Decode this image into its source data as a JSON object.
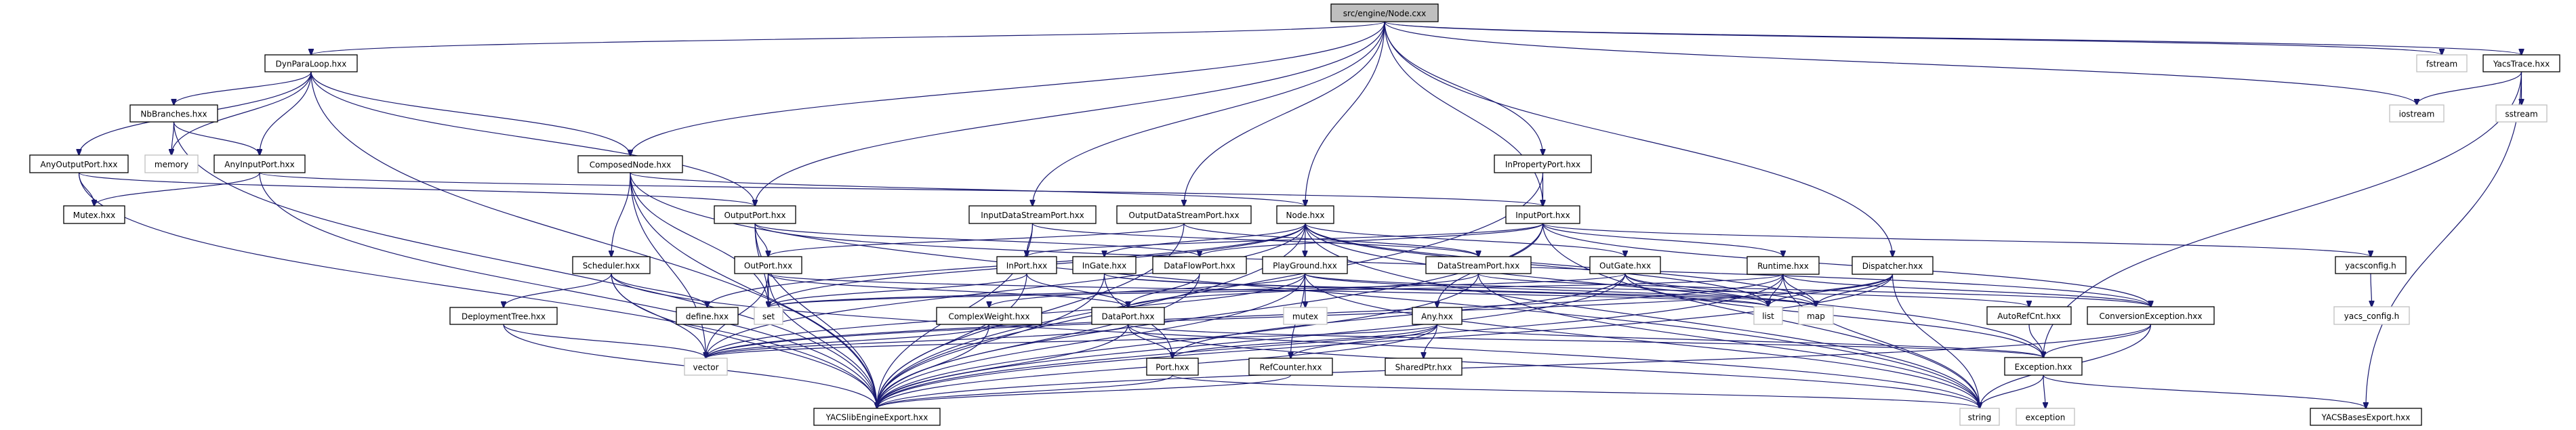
{
  "diagram": {
    "title": "src/engine/Node.cxx include dependency graph",
    "colors": {
      "edge": "#191970",
      "root_fill": "#bfbfbf",
      "node_border": "#000000",
      "external_border": "#bfbfbf"
    },
    "nodes": [
      {
        "id": "root",
        "label": "src/engine/Node.cxx",
        "kind": "root"
      },
      {
        "id": "DynParaLoop",
        "label": "DynParaLoop.hxx",
        "kind": "file"
      },
      {
        "id": "NbBranches",
        "label": "NbBranches.hxx",
        "kind": "file"
      },
      {
        "id": "memory",
        "label": "memory",
        "kind": "external"
      },
      {
        "id": "AnyOutputPort",
        "label": "AnyOutputPort.hxx",
        "kind": "file"
      },
      {
        "id": "AnyInputPort",
        "label": "AnyInputPort.hxx",
        "kind": "file"
      },
      {
        "id": "Mutex",
        "label": "Mutex.hxx",
        "kind": "file"
      },
      {
        "id": "ComposedNode",
        "label": "ComposedNode.hxx",
        "kind": "file"
      },
      {
        "id": "OutputPort",
        "label": "OutputPort.hxx",
        "kind": "file"
      },
      {
        "id": "InputDataStreamPort",
        "label": "InputDataStreamPort.hxx",
        "kind": "file"
      },
      {
        "id": "OutputDataStreamPort",
        "label": "OutputDataStreamPort.hxx",
        "kind": "file"
      },
      {
        "id": "NodeHxx",
        "label": "Node.hxx",
        "kind": "file"
      },
      {
        "id": "InPropertyPort",
        "label": "InPropertyPort.hxx",
        "kind": "file"
      },
      {
        "id": "InputPort",
        "label": "InputPort.hxx",
        "kind": "file"
      },
      {
        "id": "Dispatcher",
        "label": "Dispatcher.hxx",
        "kind": "file"
      },
      {
        "id": "Scheduler",
        "label": "Scheduler.hxx",
        "kind": "file"
      },
      {
        "id": "OutPort",
        "label": "OutPort.hxx",
        "kind": "file"
      },
      {
        "id": "InPort",
        "label": "InPort.hxx",
        "kind": "file"
      },
      {
        "id": "InGate",
        "label": "InGate.hxx",
        "kind": "file"
      },
      {
        "id": "DataFlowPort",
        "label": "DataFlowPort.hxx",
        "kind": "file"
      },
      {
        "id": "PlayGround",
        "label": "PlayGround.hxx",
        "kind": "file"
      },
      {
        "id": "DataStreamPort",
        "label": "DataStreamPort.hxx",
        "kind": "file"
      },
      {
        "id": "OutGate",
        "label": "OutGate.hxx",
        "kind": "file"
      },
      {
        "id": "Runtime",
        "label": "Runtime.hxx",
        "kind": "file"
      },
      {
        "id": "yacsconfig",
        "label": "yacsconfig.h",
        "kind": "file"
      },
      {
        "id": "DeploymentTree",
        "label": "DeploymentTree.hxx",
        "kind": "file"
      },
      {
        "id": "define",
        "label": "define.hxx",
        "kind": "file"
      },
      {
        "id": "set",
        "label": "set",
        "kind": "external"
      },
      {
        "id": "ComplexWeight",
        "label": "ComplexWeight.hxx",
        "kind": "file"
      },
      {
        "id": "DataPort",
        "label": "DataPort.hxx",
        "kind": "file"
      },
      {
        "id": "mutex",
        "label": "mutex",
        "kind": "external"
      },
      {
        "id": "Any",
        "label": "Any.hxx",
        "kind": "file"
      },
      {
        "id": "list",
        "label": "list",
        "kind": "external"
      },
      {
        "id": "map",
        "label": "map",
        "kind": "external"
      },
      {
        "id": "AutoRefCnt",
        "label": "AutoRefCnt.hxx",
        "kind": "file"
      },
      {
        "id": "ConversionException",
        "label": "ConversionException.hxx",
        "kind": "file"
      },
      {
        "id": "yacs_config",
        "label": "yacs_config.h",
        "kind": "external"
      },
      {
        "id": "vector",
        "label": "vector",
        "kind": "external"
      },
      {
        "id": "Port",
        "label": "Port.hxx",
        "kind": "file"
      },
      {
        "id": "RefCounter",
        "label": "RefCounter.hxx",
        "kind": "file"
      },
      {
        "id": "SharedPtr",
        "label": "SharedPtr.hxx",
        "kind": "file"
      },
      {
        "id": "Exception",
        "label": "Exception.hxx",
        "kind": "file"
      },
      {
        "id": "YACSlibEngineExport",
        "label": "YACSlibEngineExport.hxx",
        "kind": "file"
      },
      {
        "id": "string",
        "label": "string",
        "kind": "external"
      },
      {
        "id": "exception",
        "label": "exception",
        "kind": "external"
      },
      {
        "id": "YACSBasesExport",
        "label": "YACSBasesExport.hxx",
        "kind": "file"
      },
      {
        "id": "fstream",
        "label": "fstream",
        "kind": "external"
      },
      {
        "id": "YacsTrace",
        "label": "YacsTrace.hxx",
        "kind": "file"
      },
      {
        "id": "iostream",
        "label": "iostream",
        "kind": "external"
      },
      {
        "id": "sstream",
        "label": "sstream",
        "kind": "external"
      }
    ],
    "edges": [
      [
        "root",
        "DynParaLoop"
      ],
      [
        "root",
        "ComposedNode"
      ],
      [
        "root",
        "OutputPort"
      ],
      [
        "root",
        "InputDataStreamPort"
      ],
      [
        "root",
        "OutputDataStreamPort"
      ],
      [
        "root",
        "NodeHxx"
      ],
      [
        "root",
        "InPropertyPort"
      ],
      [
        "root",
        "InputPort"
      ],
      [
        "root",
        "Dispatcher"
      ],
      [
        "root",
        "fstream"
      ],
      [
        "root",
        "YacsTrace"
      ],
      [
        "root",
        "iostream"
      ],
      [
        "DynParaLoop",
        "NbBranches"
      ],
      [
        "DynParaLoop",
        "memory"
      ],
      [
        "DynParaLoop",
        "AnyInputPort"
      ],
      [
        "DynParaLoop",
        "AnyOutputPort"
      ],
      [
        "DynParaLoop",
        "ComposedNode"
      ],
      [
        "DynParaLoop",
        "OutputPort"
      ],
      [
        "DynParaLoop",
        "YACSlibEngineExport"
      ],
      [
        "NbBranches",
        "memory"
      ],
      [
        "NbBranches",
        "AnyInputPort"
      ],
      [
        "NbBranches",
        "YACSlibEngineExport"
      ],
      [
        "AnyOutputPort",
        "Mutex"
      ],
      [
        "AnyOutputPort",
        "OutputPort"
      ],
      [
        "AnyOutputPort",
        "YACSlibEngineExport"
      ],
      [
        "AnyInputPort",
        "Mutex"
      ],
      [
        "AnyInputPort",
        "InputPort"
      ],
      [
        "AnyInputPort",
        "YACSlibEngineExport"
      ],
      [
        "ComposedNode",
        "NodeHxx"
      ],
      [
        "ComposedNode",
        "Scheduler"
      ],
      [
        "ComposedNode",
        "set"
      ],
      [
        "ComposedNode",
        "vector"
      ],
      [
        "ComposedNode",
        "YACSlibEngineExport"
      ],
      [
        "ComposedNode",
        "string"
      ],
      [
        "OutputPort",
        "OutPort"
      ],
      [
        "OutputPort",
        "DataFlowPort"
      ],
      [
        "OutputPort",
        "set"
      ],
      [
        "OutputPort",
        "YACSlibEngineExport"
      ],
      [
        "OutputPort",
        "ConversionException"
      ],
      [
        "InputDataStreamPort",
        "InPort"
      ],
      [
        "InputDataStreamPort",
        "DataStreamPort"
      ],
      [
        "InputDataStreamPort",
        "YACSlibEngineExport"
      ],
      [
        "OutputDataStreamPort",
        "OutPort"
      ],
      [
        "OutputDataStreamPort",
        "DataStreamPort"
      ],
      [
        "OutputDataStreamPort",
        "YACSlibEngineExport"
      ],
      [
        "NodeHxx",
        "InGate"
      ],
      [
        "NodeHxx",
        "OutGate"
      ],
      [
        "NodeHxx",
        "PlayGround"
      ],
      [
        "NodeHxx",
        "Exception"
      ],
      [
        "NodeHxx",
        "define"
      ],
      [
        "NodeHxx",
        "list"
      ],
      [
        "NodeHxx",
        "map"
      ],
      [
        "NodeHxx",
        "set"
      ],
      [
        "NodeHxx",
        "string"
      ],
      [
        "NodeHxx",
        "vector"
      ],
      [
        "NodeHxx",
        "YACSlibEngineExport"
      ],
      [
        "InPropertyPort",
        "InputPort"
      ],
      [
        "InPropertyPort",
        "YACSlibEngineExport"
      ],
      [
        "InputPort",
        "InPort"
      ],
      [
        "InputPort",
        "DataFlowPort"
      ],
      [
        "InputPort",
        "ConversionException"
      ],
      [
        "InputPort",
        "Runtime"
      ],
      [
        "InputPort",
        "Any"
      ],
      [
        "InputPort",
        "yacsconfig"
      ],
      [
        "InputPort",
        "YACSlibEngineExport"
      ],
      [
        "InputPort",
        "string"
      ],
      [
        "Dispatcher",
        "map"
      ],
      [
        "Dispatcher",
        "list"
      ],
      [
        "Dispatcher",
        "string"
      ],
      [
        "Dispatcher",
        "vector"
      ],
      [
        "Dispatcher",
        "YACSlibEngineExport"
      ],
      [
        "Scheduler",
        "DeploymentTree"
      ],
      [
        "Scheduler",
        "define"
      ],
      [
        "Scheduler",
        "vector"
      ],
      [
        "Scheduler",
        "YACSlibEngineExport"
      ],
      [
        "Scheduler",
        "string"
      ],
      [
        "OutPort",
        "DataPort"
      ],
      [
        "OutPort",
        "set"
      ],
      [
        "OutPort",
        "list"
      ],
      [
        "OutPort",
        "vector"
      ],
      [
        "OutPort",
        "YACSlibEngineExport"
      ],
      [
        "InPort",
        "DataPort"
      ],
      [
        "InPort",
        "set"
      ],
      [
        "InPort",
        "YACSlibEngineExport"
      ],
      [
        "InGate",
        "Port"
      ],
      [
        "InGate",
        "map"
      ],
      [
        "InGate",
        "list"
      ],
      [
        "InGate",
        "YACSlibEngineExport"
      ],
      [
        "DataFlowPort",
        "DataPort"
      ],
      [
        "DataFlowPort",
        "YACSlibEngineExport"
      ],
      [
        "PlayGround",
        "RefCounter"
      ],
      [
        "PlayGround",
        "mutex"
      ],
      [
        "PlayGround",
        "AutoRefCnt"
      ],
      [
        "PlayGround",
        "ComplexWeight"
      ],
      [
        "PlayGround",
        "YACSlibEngineExport"
      ],
      [
        "PlayGround",
        "vector"
      ],
      [
        "PlayGround",
        "map"
      ],
      [
        "PlayGround",
        "string"
      ],
      [
        "DataStreamPort",
        "DataPort"
      ],
      [
        "DataStreamPort",
        "ConversionException"
      ],
      [
        "DataStreamPort",
        "YACSlibEngineExport"
      ],
      [
        "DataStreamPort",
        "string"
      ],
      [
        "OutGate",
        "Port"
      ],
      [
        "OutGate",
        "Exception"
      ],
      [
        "OutGate",
        "list"
      ],
      [
        "OutGate",
        "map"
      ],
      [
        "OutGate",
        "set"
      ],
      [
        "OutGate",
        "YACSlibEngineExport"
      ],
      [
        "Runtime",
        "list"
      ],
      [
        "Runtime",
        "map"
      ],
      [
        "Runtime",
        "vector"
      ],
      [
        "Runtime",
        "set"
      ],
      [
        "Runtime",
        "string"
      ],
      [
        "Runtime",
        "ConversionException"
      ],
      [
        "Runtime",
        "YACSlibEngineExport"
      ],
      [
        "yacsconfig",
        "yacs_config"
      ],
      [
        "DeploymentTree",
        "vector"
      ],
      [
        "DeploymentTree",
        "YACSlibEngineExport"
      ],
      [
        "ComplexWeight",
        "vector"
      ],
      [
        "ComplexWeight",
        "YACSlibEngineExport"
      ],
      [
        "DataPort",
        "Port"
      ],
      [
        "DataPort",
        "vector"
      ],
      [
        "DataPort",
        "Exception"
      ],
      [
        "DataPort",
        "YACSlibEngineExport"
      ],
      [
        "DataPort",
        "string"
      ],
      [
        "Any",
        "RefCounter"
      ],
      [
        "Any",
        "SharedPtr"
      ],
      [
        "Any",
        "Exception"
      ],
      [
        "Any",
        "Port"
      ],
      [
        "Any",
        "vector"
      ],
      [
        "Any",
        "YACSlibEngineExport"
      ],
      [
        "AutoRefCnt",
        "Exception"
      ],
      [
        "ConversionException",
        "Exception"
      ],
      [
        "ConversionException",
        "string"
      ],
      [
        "ConversionException",
        "YACSlibEngineExport"
      ],
      [
        "Port",
        "string"
      ],
      [
        "Port",
        "YACSlibEngineExport"
      ],
      [
        "RefCounter",
        "YACSlibEngineExport"
      ],
      [
        "Exception",
        "string"
      ],
      [
        "Exception",
        "exception"
      ],
      [
        "Exception",
        "YACSBasesExport"
      ],
      [
        "YacsTrace",
        "iostream"
      ],
      [
        "YacsTrace",
        "sstream"
      ],
      [
        "YacsTrace",
        "Exception"
      ],
      [
        "YacsTrace",
        "YACSBasesExport"
      ]
    ]
  }
}
